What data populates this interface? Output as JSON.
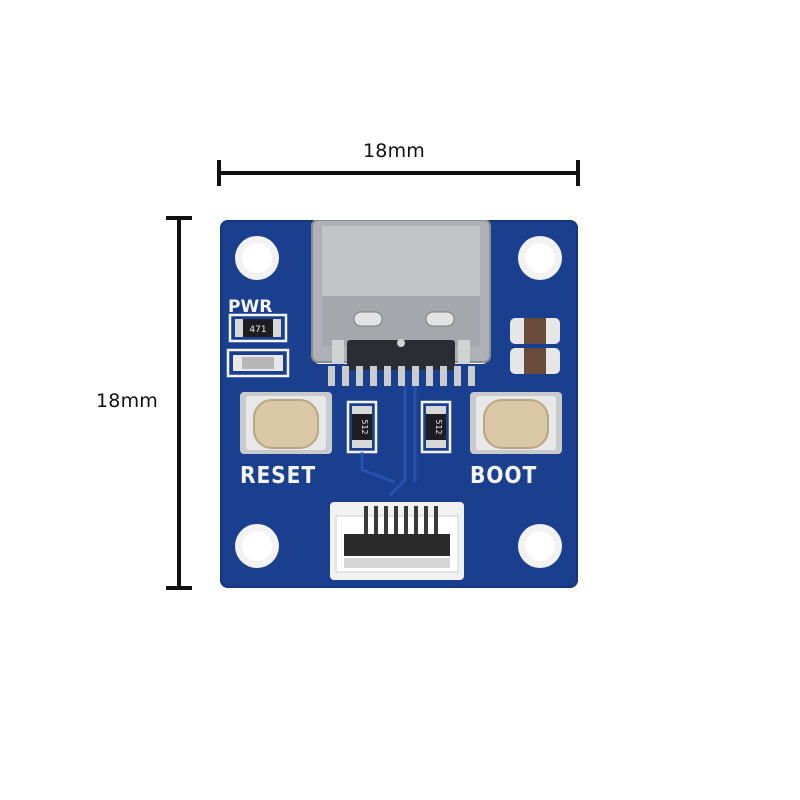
{
  "dimensions": {
    "width_label": "18mm",
    "height_label": "18mm"
  },
  "board": {
    "button_left_label": "RESET",
    "button_right_label": "BOOT",
    "power_led_label": "PWR",
    "led_resistor_code": "471",
    "cc_resistor_left_code": "512",
    "cc_resistor_right_code": "512"
  },
  "colors": {
    "pcb": "#1b3f8f",
    "silkscreen": "#f4f4f4",
    "connector_metal": "#b9bcbf",
    "button_cap": "#d9c7a6"
  }
}
